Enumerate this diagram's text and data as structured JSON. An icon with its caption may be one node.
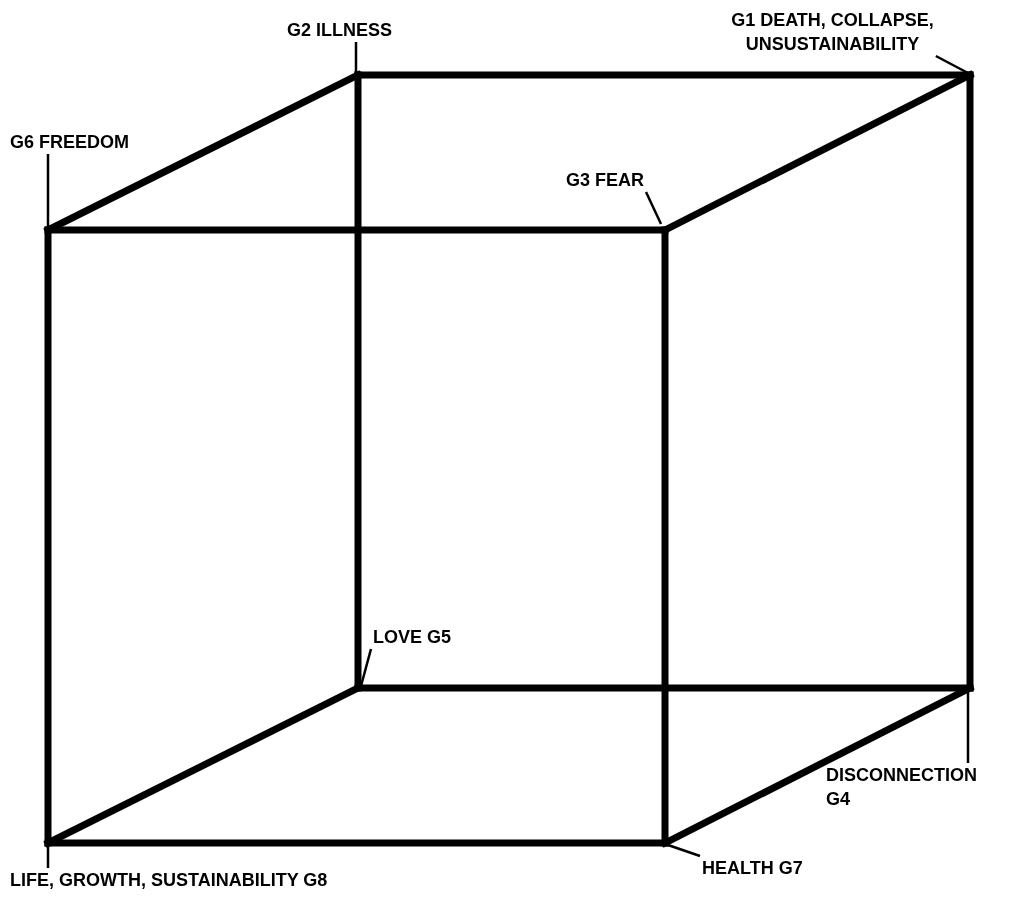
{
  "diagram": {
    "nodes": [
      {
        "text": [
          "G2 ILLNESS"
        ]
      },
      {
        "text": [
          "G1 DEATH, COLLAPSE, UNSUSTAINABILITY"
        ]
      },
      {
        "text": [
          "G6 FREEDOM"
        ]
      },
      {
        "text": [
          "G3 FEAR"
        ]
      },
      {
        "text": [
          "LOVE G5"
        ]
      },
      {
        "text": [
          "DISCONNECTION G4"
        ]
      },
      {
        "text": [
          "HEALTH G7"
        ]
      },
      {
        "text": [
          "LIFE, GROWTH, SUSTAINABILITY G8"
        ]
      }
    ],
    "edges": [
      {
        "from": 0,
        "to": null,
        "arrow": "none"
      },
      {
        "from": 1,
        "to": null,
        "arrow": "none"
      },
      {
        "from": 2,
        "to": null,
        "arrow": "none"
      },
      {
        "from": 3,
        "to": null,
        "arrow": "none"
      },
      {
        "from": 4,
        "to": null,
        "arrow": "none"
      },
      {
        "from": 5,
        "to": null,
        "arrow": "none"
      },
      {
        "from": 6,
        "to": null,
        "arrow": "none"
      },
      {
        "from": 7,
        "to": null,
        "arrow": "none"
      }
    ]
  }
}
